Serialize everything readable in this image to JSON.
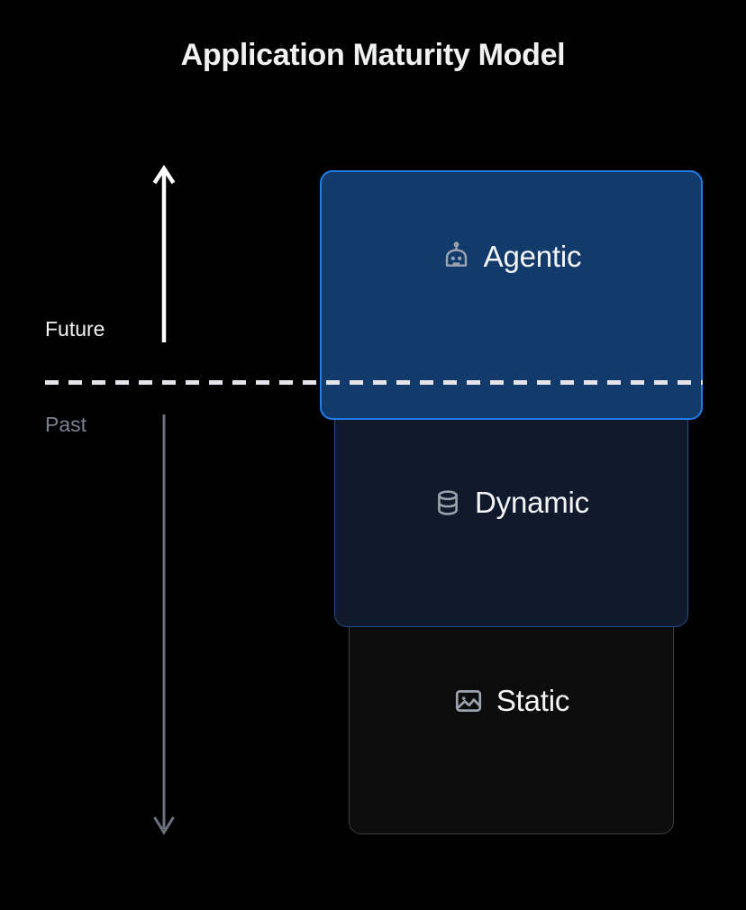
{
  "page": {
    "title": "Application Maturity Model",
    "background_color": "#000000"
  },
  "timeline": {
    "future_label": "Future",
    "past_label": "Past",
    "future_color": "#f2f3f5",
    "past_color": "#7b8190",
    "up_arrow_icon": "arrow-up-icon",
    "down_arrow_icon": "arrow-down-icon",
    "up_arrow_color": "#ffffff",
    "down_arrow_color": "#6b7280",
    "divider_icon": "dashed-divider",
    "divider_color": "#e3e5ea"
  },
  "stack": {
    "layers": [
      {
        "id": "agentic",
        "label": "Agentic",
        "icon": "bot-icon",
        "fill_color": "#123a6b",
        "border_color": "#1f7ce8",
        "text_color": "#f4f5f7",
        "icon_color": "#9aa3af",
        "era": "Future"
      },
      {
        "id": "dynamic",
        "label": "Dynamic",
        "icon": "database-icon",
        "fill_color": "#101a2c",
        "border_color": "#1d4f8c",
        "text_color": "#f4f5f7",
        "icon_color": "#9aa3af",
        "era": "Past"
      },
      {
        "id": "static",
        "label": "Static",
        "icon": "image-icon",
        "fill_color": "#0c0c0d",
        "border_color": "#3d3f43",
        "text_color": "#f4f5f7",
        "icon_color": "#9aa3af",
        "era": "Past"
      }
    ]
  }
}
